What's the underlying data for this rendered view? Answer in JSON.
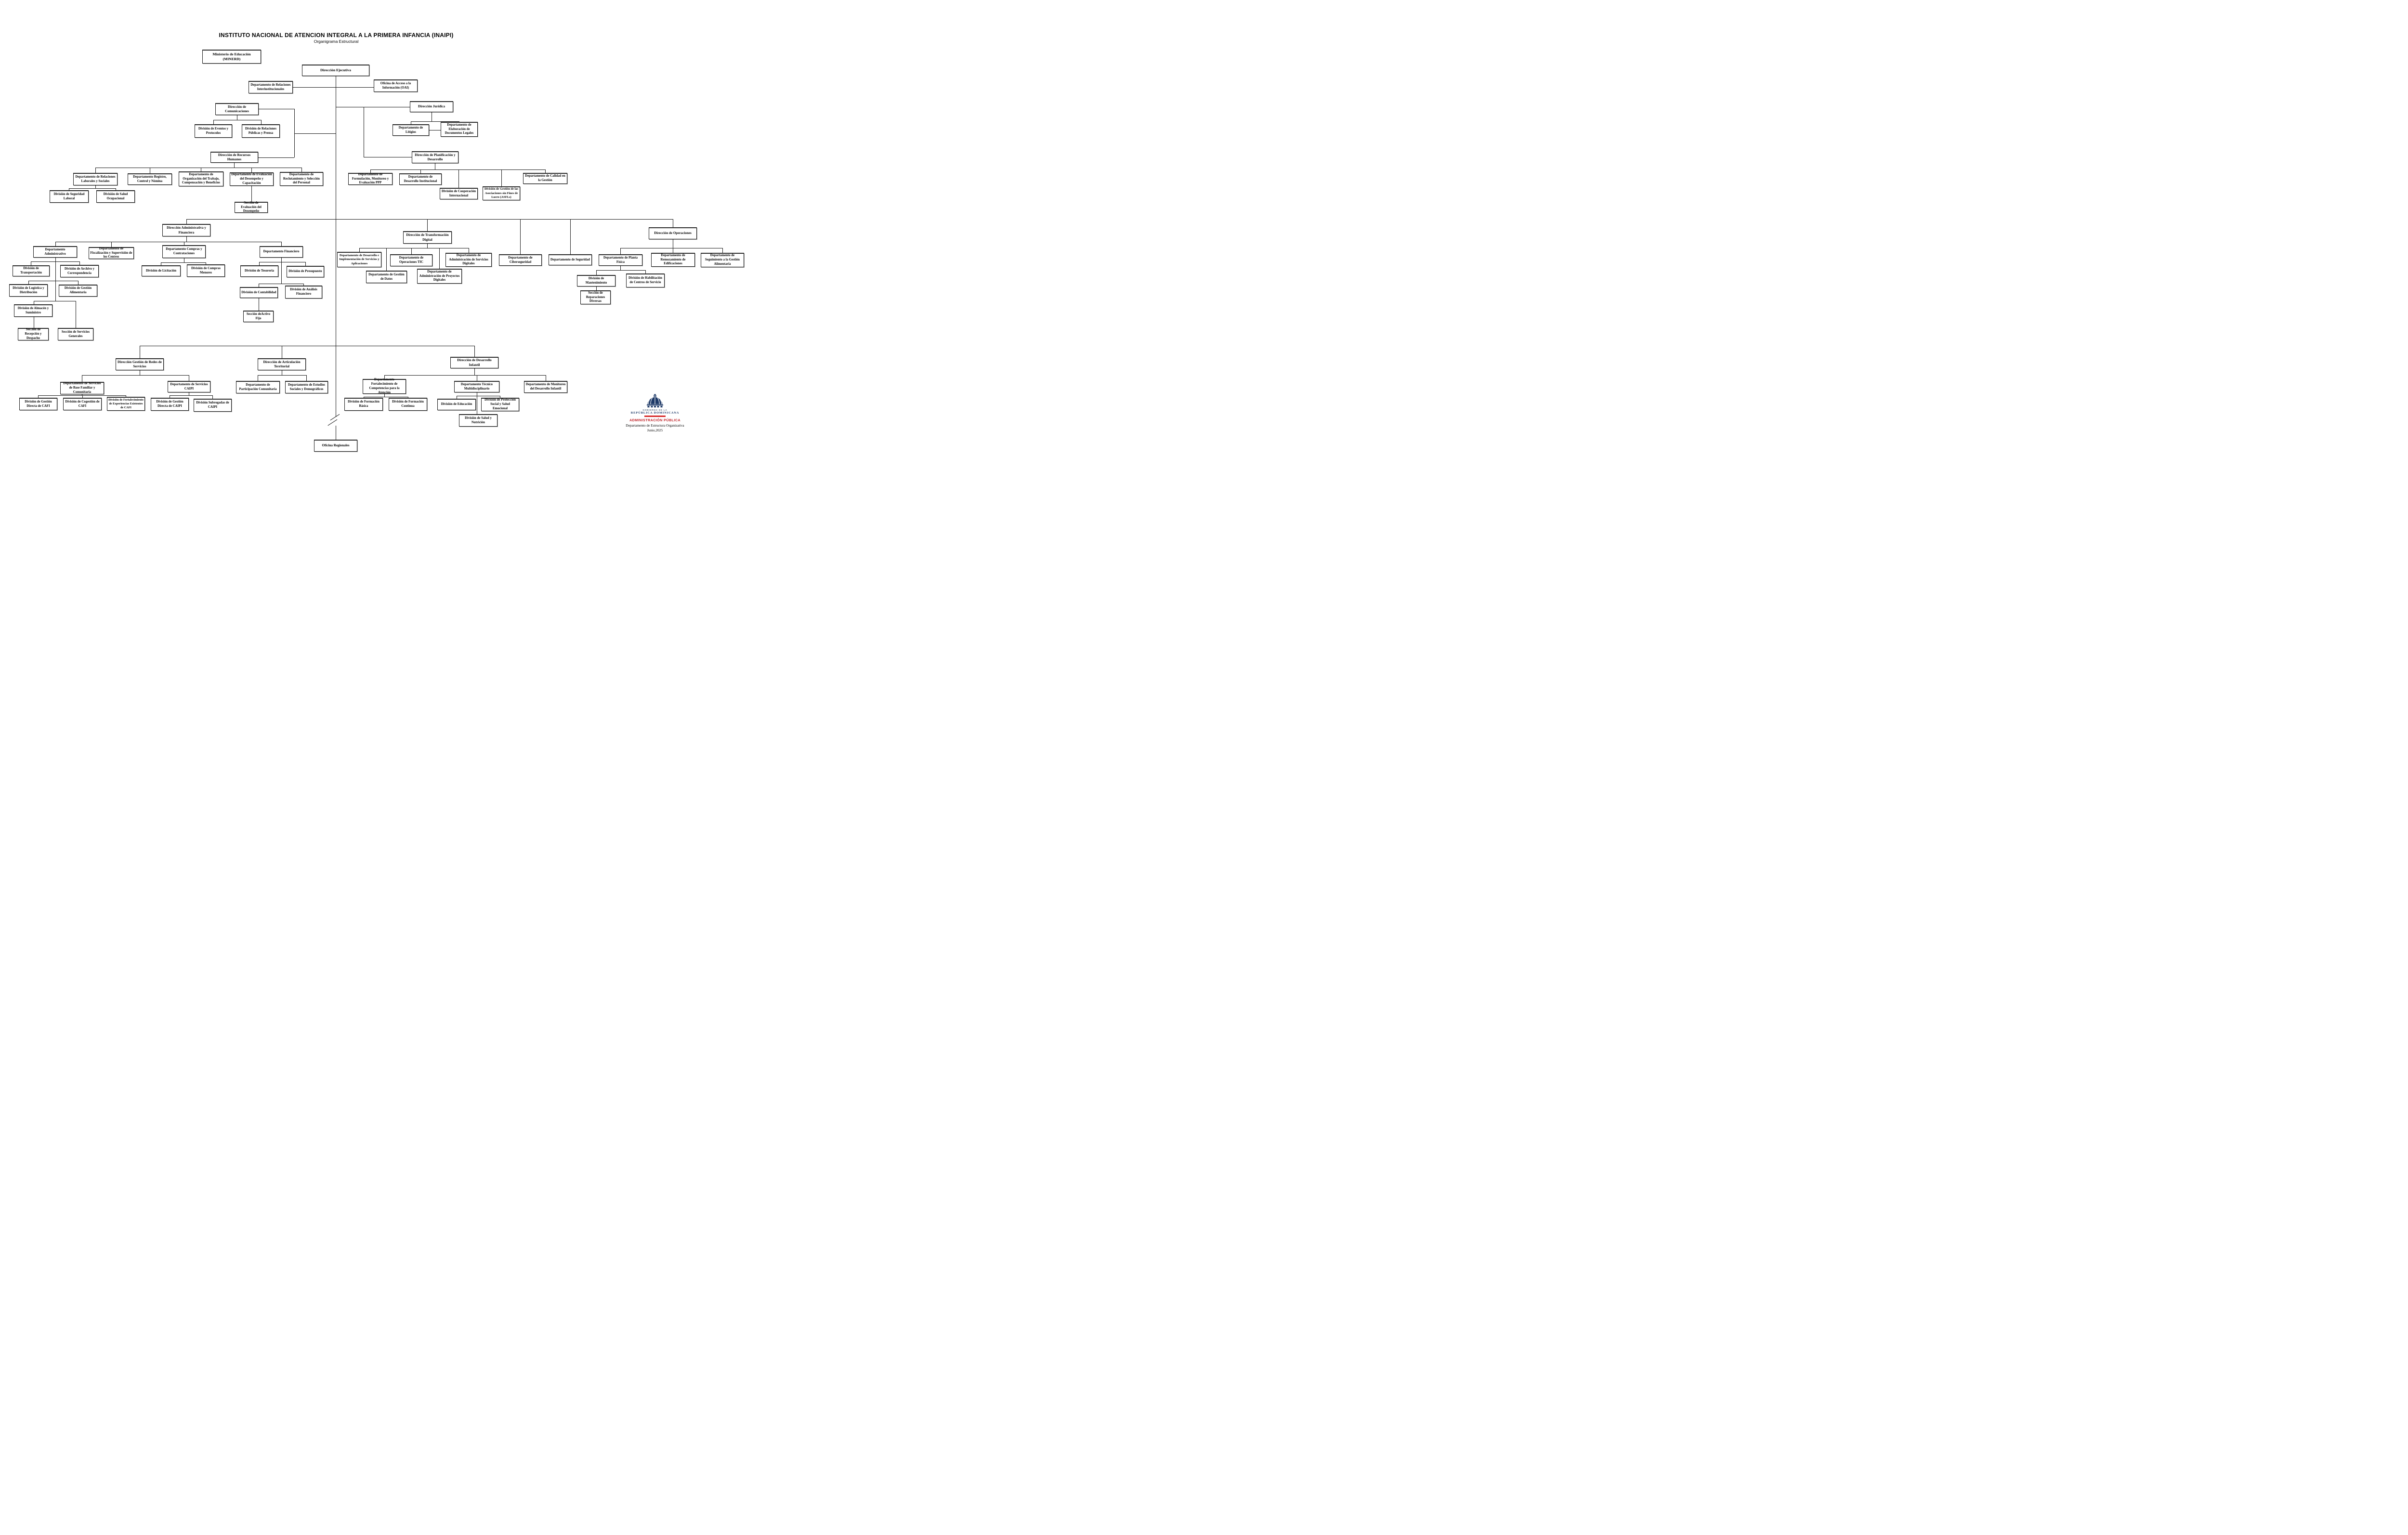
{
  "title": "INSTITUTO NACIONAL DE ATENCION INTEGRAL A LA PRIMERA INFANCIA (INAIPI)",
  "subtitle": "Organigrama Estructural",
  "nodes": {
    "minerd": "Ministerio de Educación (MINERD)",
    "dir_ejecutiva": "Dirección Ejecutiva",
    "dept_rel_inter": "Departamento de Relaciones Interinstitucionales",
    "oai": "Oficina de Acceso a la Información (OAI)",
    "dir_comunicaciones": "Dirección de Comunicaciones",
    "div_eventos": "División de Eventos y Protocolos",
    "div_rel_publicas": "División de Relaciones Públicas y Prensa",
    "dir_juridica": "Dirección Jurídica",
    "dept_litigios": "Departamento de Litigios",
    "dept_elab_legales": "Departamento de Elaboración de Documentos Legales",
    "dir_rrhh": "Dirección de Recursos Humanos",
    "dept_rel_laborales": "Departamento de Relaciones Laborales y Sociales",
    "dept_registro": "Departamento Registro, Control y Nómina",
    "dept_org_trabajo": "Departamento de Organización del Trabajo, Compensación y Beneficios",
    "dept_eval_desemp": "Departamento de Evaluación del Desempeño y Capacitación",
    "dept_reclutamiento": "Departamento de Reclutamiento y Selección del Personal",
    "div_seg_laboral": "División de Seguridad Laboral",
    "div_salud_ocup": "División de Salud Ocupacional",
    "secc_eval_desemp": "Sección de Evaluación del Desempeño",
    "dir_planificacion": "Dirección de Planificación y Desarrollo",
    "dept_formulacion": "Departamento de Formulación, Monitoreo y Evaluación PPP",
    "dept_des_inst": "Departamento de Desarrollo Institucional",
    "div_coop_int": "División de Cooperación Internacional",
    "div_asfl": "División de Gestión de las Asociaciones sin Fines de Lucro (ASFLs)",
    "dept_calidad": "Departamento de Calidad en la Gestión",
    "dir_admin_fin": "Dirección Administrativa y Financiera",
    "dir_transf_digital": "Dirección de Transformación Digital",
    "dir_operaciones": "Dirección de Operaciones",
    "dept_administrativo": "Departamento Administrativo",
    "dept_fiscalizacion": "Departamento de Fiscalización y Supervisión de los Centros",
    "dept_compras": "Departamento Compras y Contrataciones",
    "dept_financiero": "Departamento Financiero",
    "div_transportacion": "División de Transportación",
    "div_archivo": "División de Archivo y Correspondencia",
    "div_licitacion": "División de Licitación",
    "div_compras_menores": "División de Compras Menores",
    "div_tesoreria": "División de Tesoreria",
    "div_presupuesto": "División de Presupuesto",
    "div_logistica": "División de Logística y Distribución",
    "div_gestion_alim": "División de Gestión Alimentaria",
    "div_contabilidad": "División de Contabilidad",
    "div_analisis_fin": "División de Análisis Financiero",
    "div_almacen": "División de Almacén y Suministro",
    "secc_activo_fijo": "Sección deActivo Fijo",
    "secc_recepcion": "Sección de Recepción y Despacho",
    "secc_serv_generales": "Sección de Servicios Generales",
    "dept_des_impl": "Departamento de Desarrollo e Implementación de Servicios y Aplicaciones",
    "dept_op_tic": "Departamento de Operaciones TIC",
    "dept_adm_serv_dig": "Departamento de Administración de Servicios Digitales",
    "dept_ciberseguridad": "Departamento de Ciberseguridad",
    "dept_gestion_datos": "Departamento de Gestión de Datos",
    "dept_adm_proy_dig": "Departamento de Administración de Proyectos Digitales",
    "dept_seguridad": "Departamento de Seguridad",
    "dept_planta_fisica": "Departamento de Planta Física",
    "dept_remozamiento": "Departamento de Remozamiento de Edificaciones",
    "dept_seguimiento": "Departamento de Seguimiento a la Gestión Alimentaria",
    "div_mantenimiento": "División de Mantenimiento",
    "div_habilitacion": "División de Habilitación de Centros de Servicio",
    "secc_reparaciones": "Sección de Reparaciones Diversas",
    "dir_redes": "Dirección Gestión de Redes de Servicios",
    "dir_articulacion": "Dirección de Articulación Territorial",
    "dir_des_infantil": "Dirección de Desarrollo Infantil",
    "dept_base_familiar": "Departamento de Servicios de Base Familiar y Comunitaria",
    "dept_serv_caipi": "Departamento de Servicios CAIPI",
    "dept_participacion": "Departamento de Participación Comunitaria",
    "dept_estudios": "Departamento de Estudios Sociales y Demográficos",
    "dept_fortalecimiento": "Departamento Fortalecimiento de Competencias para la Atención",
    "dept_tecnico": "Departamento Técnico Multidisciplinario",
    "dept_monitoreo": "Departamento de Monitoreo del Desarrollo Infantil",
    "div_gd_cafi": "División de Gestión Directa de CAFI",
    "div_cogestion_cafi": "División de Cogestión de CAFI",
    "div_fort_cafi": "División de Fortalecimiento de Experiencias Existentes de CAFI",
    "div_gd_caipi": "División de Gestión Directa de CAIPI",
    "div_subrogadas": "División Subrogadas de CAIPI",
    "div_form_basica": "División de Formación Básica",
    "div_form_continua": "División de Formación Continua",
    "div_educacion": "División de Educación",
    "div_proteccion": "División de Protección Social y Salud Emocional",
    "div_salud_nutricion": "División de Salud y Nutrición",
    "oficina_regionales": "Oficina Regionales"
  },
  "footer": {
    "gobierno_small": "GOBIERNO DE LA",
    "gobierno_main": "REPÚBLICA DOMINICANA",
    "admin_publica": "ADMINISTRACIÓN PÚBLICA",
    "department": "Departamento de Estructura Organizativa",
    "date": "Junio,2025"
  },
  "colors": {
    "logo_navy": "#1e3a68",
    "logo_red": "#c1272d",
    "accent_bar_red": "#d62828",
    "line_black": "#1a1a1a"
  }
}
